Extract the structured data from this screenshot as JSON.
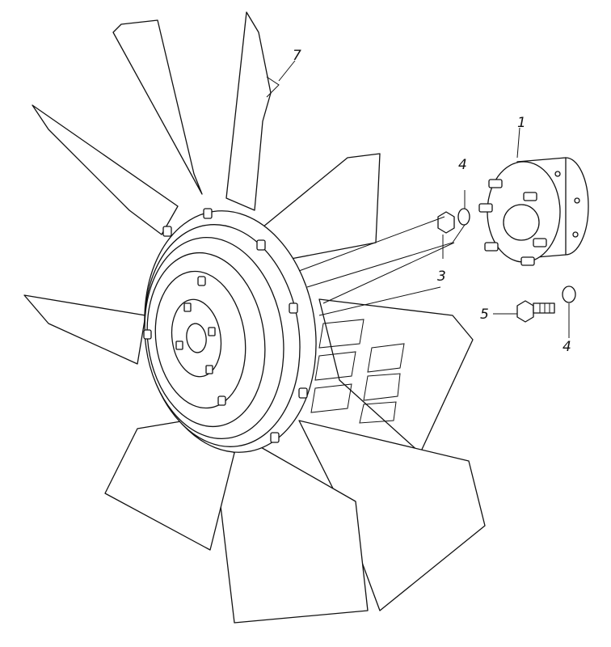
{
  "callouts": [
    {
      "id": "c7",
      "label": "7"
    },
    {
      "id": "c1",
      "label": "1"
    },
    {
      "id": "c4a",
      "label": "4"
    },
    {
      "id": "c3",
      "label": "3"
    },
    {
      "id": "c5",
      "label": "5"
    },
    {
      "id": "c4b",
      "label": "4"
    }
  ],
  "colors": {
    "line": "#111111",
    "background": "#ffffff"
  }
}
